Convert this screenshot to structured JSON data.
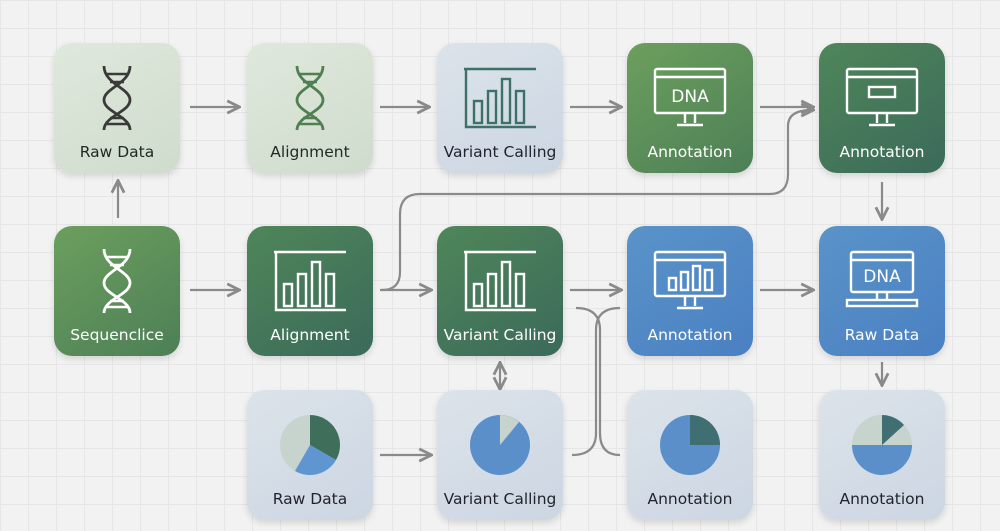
{
  "nodes": {
    "n1": {
      "label": "Raw Data",
      "icon": "dna-icon"
    },
    "n2": {
      "label": "Alignment",
      "icon": "dna-icon"
    },
    "n3": {
      "label": "Variant Calling",
      "icon": "bar-chart-icon"
    },
    "n4": {
      "label": "Annotation",
      "icon": "monitor-icon",
      "screen_text": "DNA"
    },
    "n5": {
      "label": "Annotation",
      "icon": "monitor-icon"
    },
    "n6": {
      "label": "Sequenclice",
      "icon": "dna-icon"
    },
    "n7": {
      "label": "Alignment",
      "icon": "bar-chart-icon"
    },
    "n8": {
      "label": "Variant Calling",
      "icon": "bar-chart-icon"
    },
    "n9": {
      "label": "Annotation",
      "icon": "monitor-chart-icon"
    },
    "n10": {
      "label": "Raw Data",
      "icon": "monitor-icon",
      "screen_text": "DNA"
    },
    "n11": {
      "label": "Raw Data",
      "icon": "pie-chart-icon"
    },
    "n12": {
      "label": "Variant Calling",
      "icon": "pie-chart-icon"
    },
    "n13": {
      "label": "Annotation",
      "icon": "pie-chart-icon"
    },
    "n14": {
      "label": "Annotation",
      "icon": "pie-chart-icon"
    }
  },
  "colors": {
    "arrow": "#8a8a8a",
    "green": "#5f9457",
    "dark_green": "#3f6f5a",
    "blue": "#4f86c6",
    "sage": "#d6e1d4",
    "slate": "#d2dbe6"
  }
}
